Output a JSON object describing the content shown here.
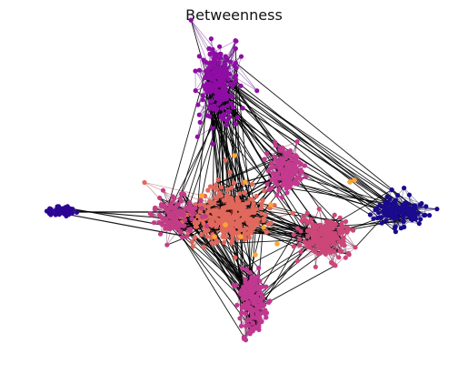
{
  "title": "Betweenness",
  "colormap": "plasma",
  "colors": {
    "edge": "#000000",
    "low": "#0d0887",
    "mid_low": "#6a00a8",
    "mid": "#b12a90",
    "mid_high": "#e16462",
    "high": "#fca636"
  },
  "clusters": [
    {
      "name": "top-cluster",
      "color": "#8f0da4",
      "edge_color": "#4b0072",
      "nodes": 220
    },
    {
      "name": "center-cluster",
      "color": "#e0685c",
      "edge_color": "#8a2a1e",
      "nodes": 320
    },
    {
      "name": "left-mid-cluster",
      "color": "#c33d86",
      "edge_color": "#6a1040",
      "nodes": 110
    },
    {
      "name": "upper-right-cluster",
      "color": "#c33a8e",
      "edge_color": "#6a0e48",
      "nodes": 140
    },
    {
      "name": "right-cluster",
      "color": "#cc4778",
      "edge_color": "#6d1a3c",
      "nodes": 190
    },
    {
      "name": "bottom-cluster",
      "color": "#c0388f",
      "edge_color": "#5e0f46",
      "nodes": 170
    },
    {
      "name": "far-right-cluster",
      "color": "#1a0a8e",
      "edge_color": "#0a0550",
      "nodes": 110
    },
    {
      "name": "far-left-cluster",
      "color": "#2c0594",
      "edge_color": "#0a0550",
      "nodes": 45
    }
  ]
}
